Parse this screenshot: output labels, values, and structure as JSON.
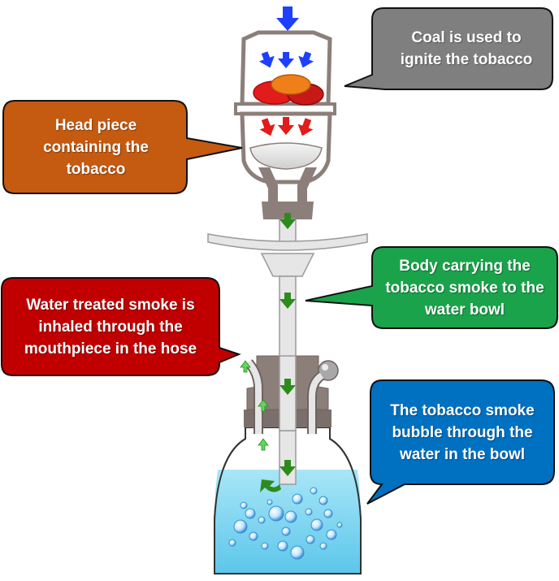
{
  "callouts": {
    "coal": {
      "text": "Coal is used to ignite the tobacco",
      "color": "#7f7f7f"
    },
    "head": {
      "text": "Head piece containing the tobacco",
      "color": "#c55a11"
    },
    "body": {
      "text": "Body carrying the tobacco smoke to the water bowl",
      "color": "#1aa34a"
    },
    "water_smoke": {
      "text": "Water treated smoke is inhaled through the mouthpiece in the hose",
      "color": "#c00000"
    },
    "bubble": {
      "text": "The tobacco smoke  bubble through the water in the bowl",
      "color": "#0070c0"
    }
  },
  "colors": {
    "hookah_body": "#8c7f7a",
    "stem": "#e6e6e6",
    "water": "#7dd3f0",
    "coal_red": "#e21b1b",
    "coal_orange": "#f07f1a",
    "heat_arrow_blue": "#1f3fff",
    "heat_arrow_red": "#e21b1b",
    "smoke_arrow_green": "#2f8a1e",
    "inhale_arrow_green": "#5fd65f"
  }
}
